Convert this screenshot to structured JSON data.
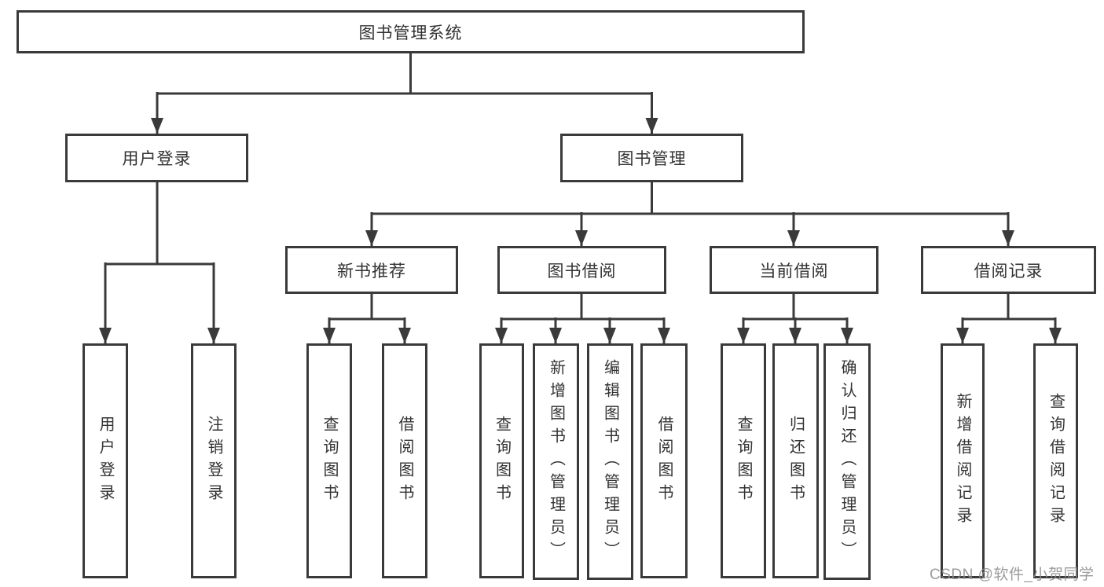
{
  "diagram": {
    "root": {
      "label": "图书管理系统"
    },
    "branches": {
      "user_login": {
        "label": "用户登录",
        "children": [
          {
            "label": "用户登录"
          },
          {
            "label": "注销登录"
          }
        ]
      },
      "book_mgmt": {
        "label": "图书管理",
        "sections": [
          {
            "label": "新书推荐",
            "children": [
              {
                "label": "查询图书"
              },
              {
                "label": "借阅图书"
              }
            ]
          },
          {
            "label": "图书借阅",
            "children": [
              {
                "label": "查询图书"
              },
              {
                "label": "新增图书（管理员）"
              },
              {
                "label": "编辑图书（管理员）"
              },
              {
                "label": "借阅图书"
              }
            ]
          },
          {
            "label": "当前借阅",
            "children": [
              {
                "label": "查询图书"
              },
              {
                "label": "归还图书"
              },
              {
                "label": "确认归还（管理员）"
              }
            ]
          },
          {
            "label": "借阅记录",
            "children": [
              {
                "label": "新增借阅记录"
              },
              {
                "label": "查询借阅记录"
              }
            ]
          }
        ]
      }
    },
    "colors": {
      "line": "#3a3a3a",
      "text": "#333333",
      "background": "#ffffff",
      "watermark": "#8e8e8e"
    },
    "watermark": "CSDN @软件_小贺同学"
  }
}
